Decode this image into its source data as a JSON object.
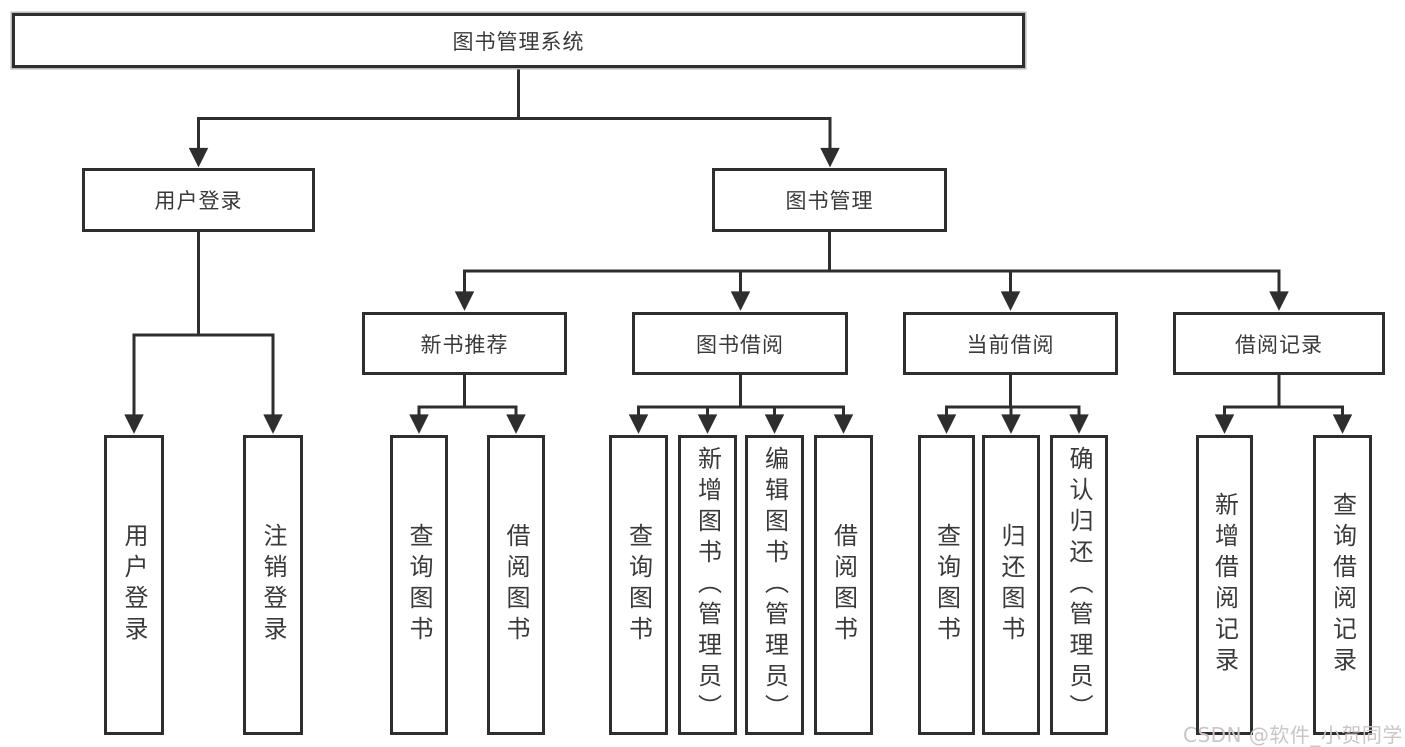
{
  "root": {
    "label": "图书管理系统"
  },
  "branches": [
    {
      "label": "用户登录",
      "children": [
        {
          "label": "用户登录"
        },
        {
          "label": "注销登录"
        }
      ]
    },
    {
      "label": "图书管理",
      "children": [
        {
          "label": "新书推荐",
          "children": [
            {
              "label": "查询图书"
            },
            {
              "label": "借阅图书"
            }
          ]
        },
        {
          "label": "图书借阅",
          "children": [
            {
              "label": "查询图书"
            },
            {
              "label": "新增图书（管理员）"
            },
            {
              "label": "编辑图书（管理员）"
            },
            {
              "label": "借阅图书"
            }
          ]
        },
        {
          "label": "当前借阅",
          "children": [
            {
              "label": "查询图书"
            },
            {
              "label": "归还图书"
            },
            {
              "label": "确认归还（管理员）"
            }
          ]
        },
        {
          "label": "借阅记录",
          "children": [
            {
              "label": "新增借阅记录"
            },
            {
              "label": "查询借阅记录"
            }
          ]
        }
      ]
    }
  ],
  "watermark": {
    "text": "CSDN @软件_小贺同学"
  },
  "colors": {
    "line": "#2e2e2e",
    "box_border": "#2e2e2e",
    "box_fill": "#ffffff",
    "text": "#3a3a3a",
    "watermark": "#cdc4c6",
    "background": "#ffffff"
  }
}
